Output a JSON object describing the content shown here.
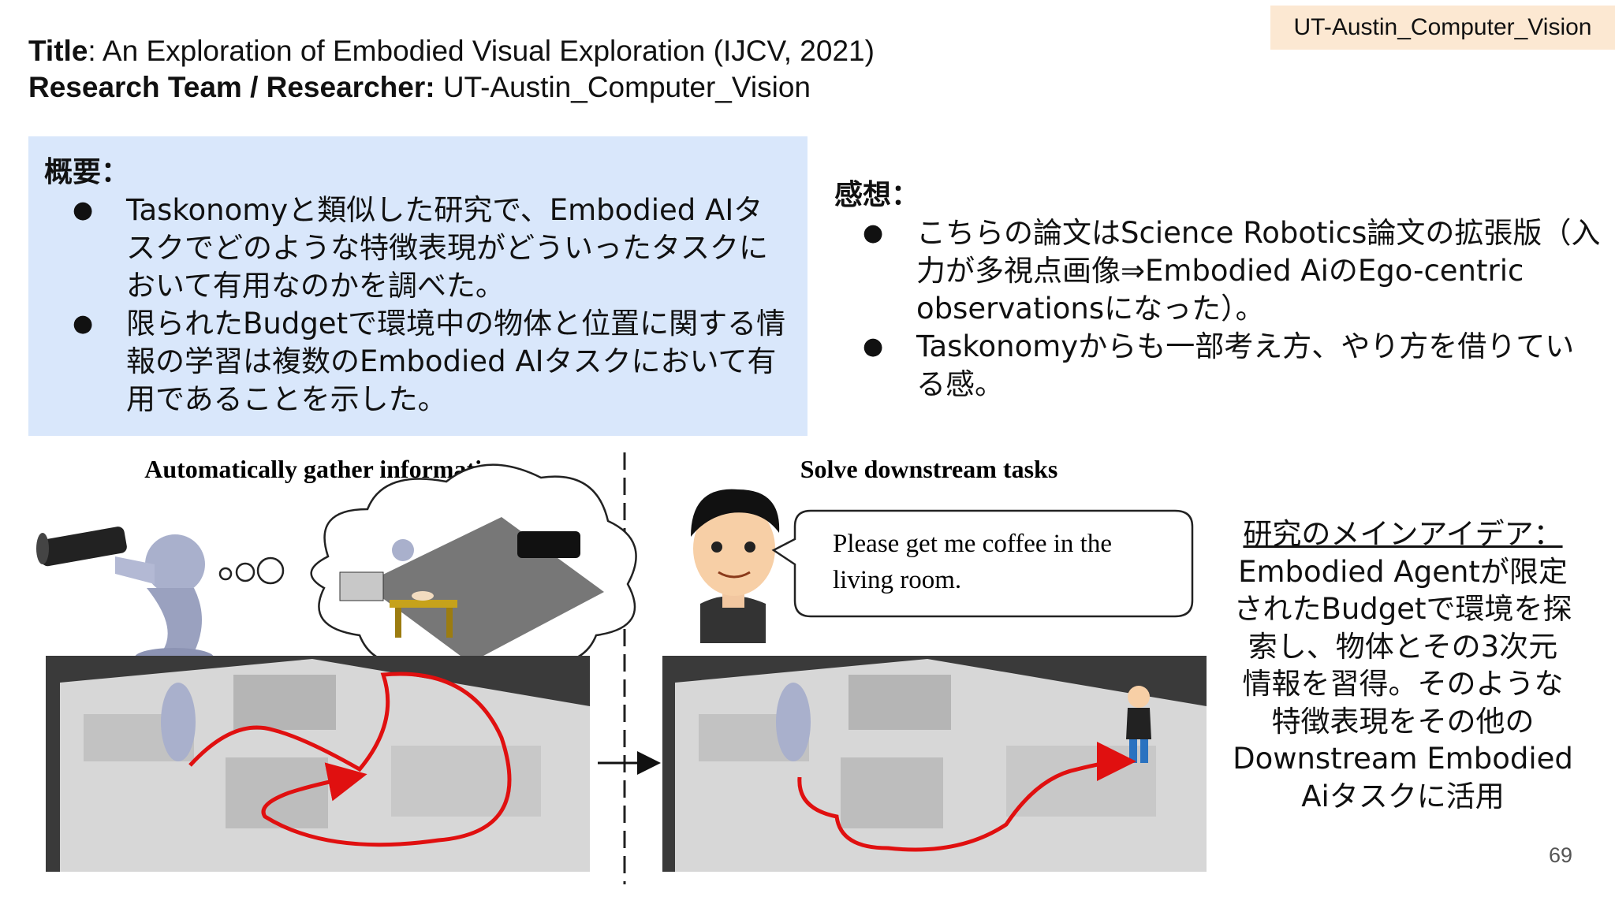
{
  "tag": "UT-Austin_Computer_Vision",
  "header": {
    "title_label": "Title",
    "title_text": ": An Exploration of Embodied Visual Exploration (IJCV, 2021)",
    "team_label": "Research Team / Researcher:",
    "team_text": " UT-Austin_Computer_Vision"
  },
  "summary": {
    "heading": "概要：",
    "items": [
      "Taskonomyと類似した研究で、Embodied AIタスクでどのような特徴表現がどういったタスクにおいて有用なのかを調べた。",
      "限られたBudgetで環境中の物体と位置に関する情報の学習は複数のEmbodied AIタスクにおいて有用であることを示した。"
    ]
  },
  "impression": {
    "heading": "感想：",
    "items": [
      "こちらの論文はScience Robotics論文の拡張版（入力が多視点画像⇒Embodied AiのEgo-centric observationsになった）。",
      "Taskonomyからも一部考え方、やり方を借りている感。"
    ]
  },
  "figure": {
    "left_title": "Automatically gather information",
    "right_title": "Solve downstream tasks",
    "speech_line1": "Please get me coffee in the",
    "speech_line2": "living room."
  },
  "idea": {
    "heading": "研究のメインアイデア：",
    "lines": [
      "Embodied Agentが限定",
      "されたBudgetで環境を探",
      "索し、物体とその3次元",
      "情報を習得。そのような",
      "特徴表現をその他の",
      "Downstream Embodied",
      "Aiタスクに活用"
    ]
  },
  "page_number": "69",
  "bullet_char": "●"
}
